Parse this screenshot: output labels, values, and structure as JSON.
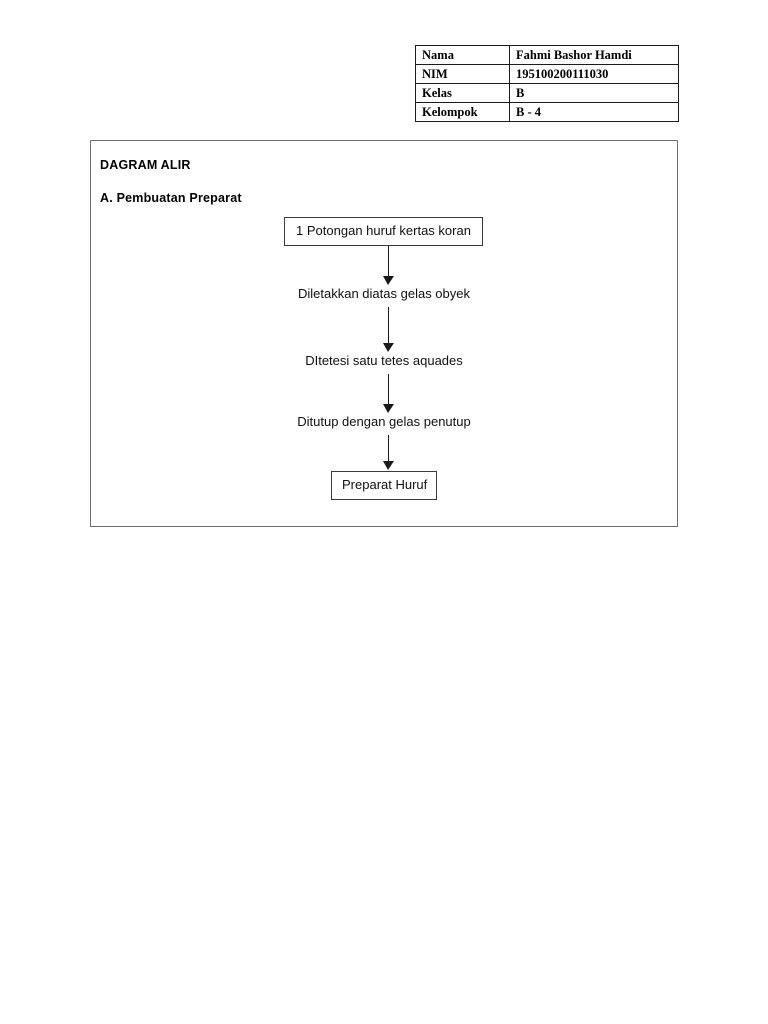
{
  "document": {
    "page_background": "#ffffff",
    "text_color": "#000000"
  },
  "identity_table": {
    "border_color": "#1b1b1b",
    "rows": [
      {
        "label": "Nama",
        "value": "Fahmi Bashor Hamdi"
      },
      {
        "label": "NIM",
        "value": "195100200111030"
      },
      {
        "label": "Kelas",
        "value": "B"
      },
      {
        "label": "Kelompok",
        "value": "B - 4"
      }
    ]
  },
  "diagram": {
    "frame_border_color": "#6d6d6d",
    "heading": "DAGRAM ALIR",
    "subheading": "A. Pembuatan Preparat",
    "arrow_color": "#1a1a1a",
    "nodes": [
      {
        "text": "1 Potongan huruf kertas koran",
        "style": "boxed"
      },
      {
        "text": "Diletakkan diatas gelas obyek",
        "style": "plain"
      },
      {
        "text": "DItetesi satu tetes aquades",
        "style": "plain"
      },
      {
        "text": "Ditutup dengan gelas penutup",
        "style": "plain"
      },
      {
        "text": "Preparat Huruf",
        "style": "boxed"
      }
    ],
    "arrows": [
      {
        "from": "1 Potongan huruf kertas koran",
        "to": "Diletakkan diatas gelas obyek",
        "direction": "down"
      },
      {
        "from": "Diletakkan diatas gelas obyek",
        "to": "DItetesi satu tetes aquades",
        "direction": "down"
      },
      {
        "from": "DItetesi satu tetes aquades",
        "to": "Ditutup dengan gelas penutup",
        "direction": "down"
      },
      {
        "from": "Ditutup dengan gelas penutup",
        "to": "Preparat Huruf",
        "direction": "down"
      }
    ]
  }
}
